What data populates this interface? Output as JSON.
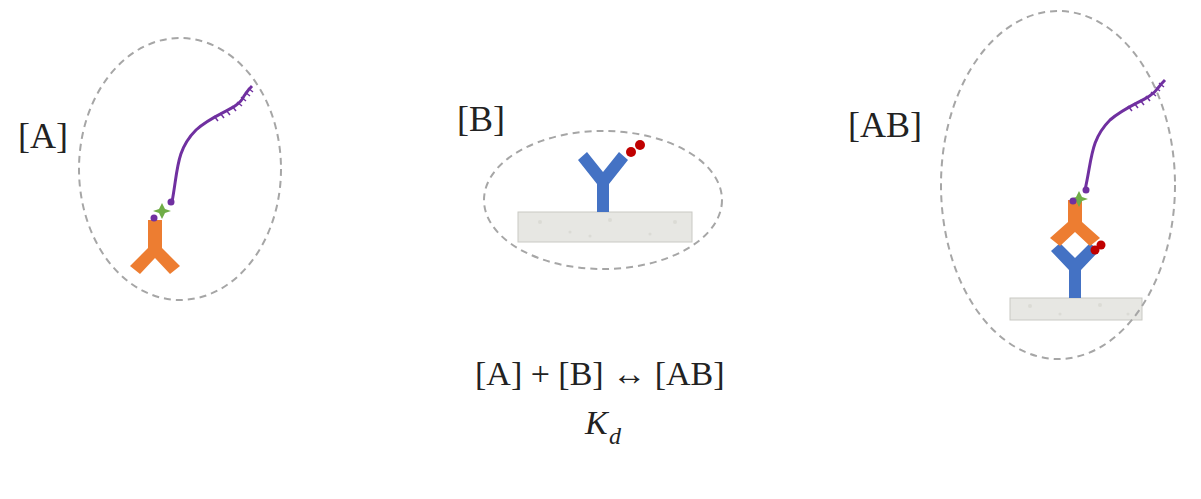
{
  "diagram": {
    "nodes": [
      {
        "text": [
          "[A]"
        ]
      },
      {
        "text": [
          "[B]"
        ]
      },
      {
        "text": [
          "[AB]"
        ]
      }
    ],
    "labels": [
      "[A] + [B] ↔ [AB]",
      "K",
      "d"
    ]
  }
}
